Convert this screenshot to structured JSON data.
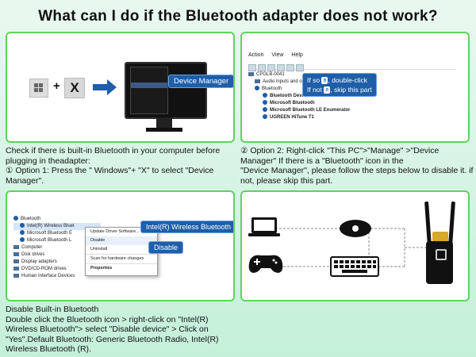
{
  "title": "What can I do if the Bluetooth adapter does not work?",
  "panel1": {
    "key_plus": "+",
    "key_x": "X",
    "callout": "Device Manager",
    "menu_items": [
      "",
      "",
      "",
      "",
      "",
      "",
      "",
      "",
      ""
    ]
  },
  "caption1": {
    "line1": "Check if there is built-in Bluetooth in your computer before plugging in theadapter:",
    "line2": "① Option 1: Press the \" Windows\"+ \"X\" to select \"Device Manager\"."
  },
  "panel2": {
    "menu": [
      "Action",
      "View",
      "Help"
    ],
    "tree": {
      "root": "CPGLB-0041",
      "audio": "Audio inputs and ou",
      "bluetooth": "Bluetooth",
      "child1": "Bluetooth Device",
      "child2": "Microsoft Bluetooth",
      "child3": "Microsoft Bluetooth LE Enumerator",
      "child4": "UGREEN HiTune T1"
    },
    "callout_line1_pre": "If so",
    "callout_line1_post": ", double-click",
    "callout_line2_pre": "If not",
    "callout_line2_post": ", skip this part",
    "bt_glyph": "ʙ"
  },
  "caption2": {
    "line1": "② Option 2: Right-click \"This PC\">\"Manage\" >\"Device Manager\" If there is a \"Bluetooth\" icon in the",
    "line2": "\"Device Manager\", please follow the steps below to disable it. if not, please skip this part."
  },
  "panel3": {
    "tree": {
      "bluetooth": "Bluetooth",
      "intel": "Intel(R) Wireless Bluet",
      "ms1": "Microsoft Bluetooth E",
      "ms2": "Microsoft Bluetooth L",
      "computer": "Computer",
      "disk": "Disk drives",
      "display": "Display adapters",
      "dvd": "DVD/CD-ROM drives",
      "hid": "Human Interface Devices"
    },
    "context_menu": {
      "update": "Update Driver Software...",
      "disable": "Disable",
      "uninstall": "Uninstall",
      "scan": "Scan for hardware changes",
      "properties": "Properties"
    },
    "intel_callout": "Intel(R) Wireless Bluetooth",
    "disable_callout": "Disable"
  },
  "caption3": {
    "text": "Disable Built-in Bluetooth\nDouble click the Bluetooth icon > right-click on \"Intel(R) Wireless Bluetooth\"> select \"Disable device\" > Click on \"Yes\".Default Bluetooth: Generic Bluetooth Radio, Intel(R) Wireless Bluetooth (R)."
  },
  "panel4": {
    "devices": [
      "laptop-icon",
      "mouse-icon",
      "gamepad-icon",
      "keyboard-icon",
      "bluetooth-adapter"
    ]
  },
  "colors": {
    "border": "#5fd35f",
    "callout": "#1f5ea8",
    "arrow": "#1f5ea8"
  }
}
